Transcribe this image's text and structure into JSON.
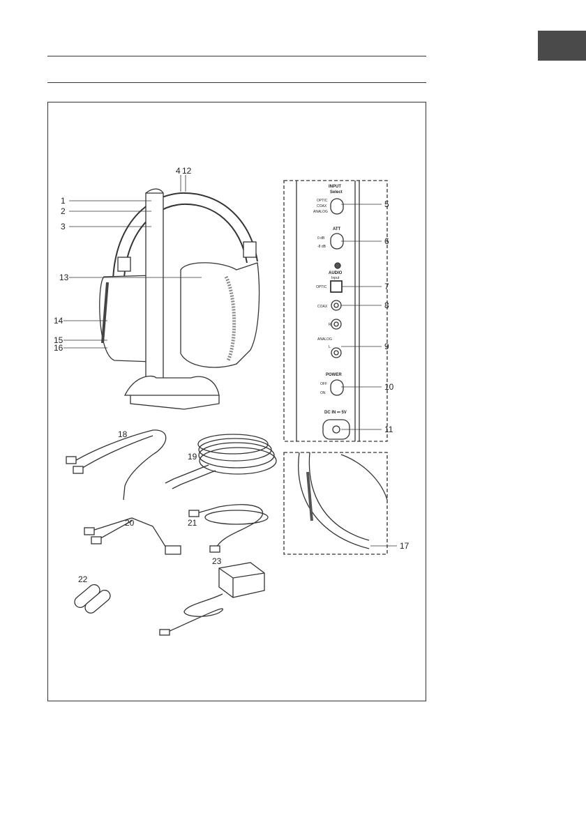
{
  "page": {
    "tab_color": "#4a4a4a"
  },
  "figure": {
    "callouts": [
      "1",
      "2",
      "3",
      "4",
      "12",
      "5",
      "6",
      "7",
      "8",
      "9",
      "10",
      "11",
      "13",
      "14",
      "15",
      "16",
      "17",
      "18",
      "19",
      "20",
      "21",
      "22",
      "23"
    ],
    "panel_labels": {
      "input": "INPUT",
      "select": "Select",
      "optic": "OPTIC",
      "coax": "COAX",
      "analog": "ANALOG",
      "att": "ATT",
      "att_0": "0 dB",
      "att_8": "-8 dB",
      "audio": "AUDIO",
      "audio_input": "Input",
      "power": "POWER",
      "off": "OFF",
      "on": "ON",
      "dc_in": "DC IN ⎓ 5V",
      "r": "R",
      "l": "L"
    }
  }
}
